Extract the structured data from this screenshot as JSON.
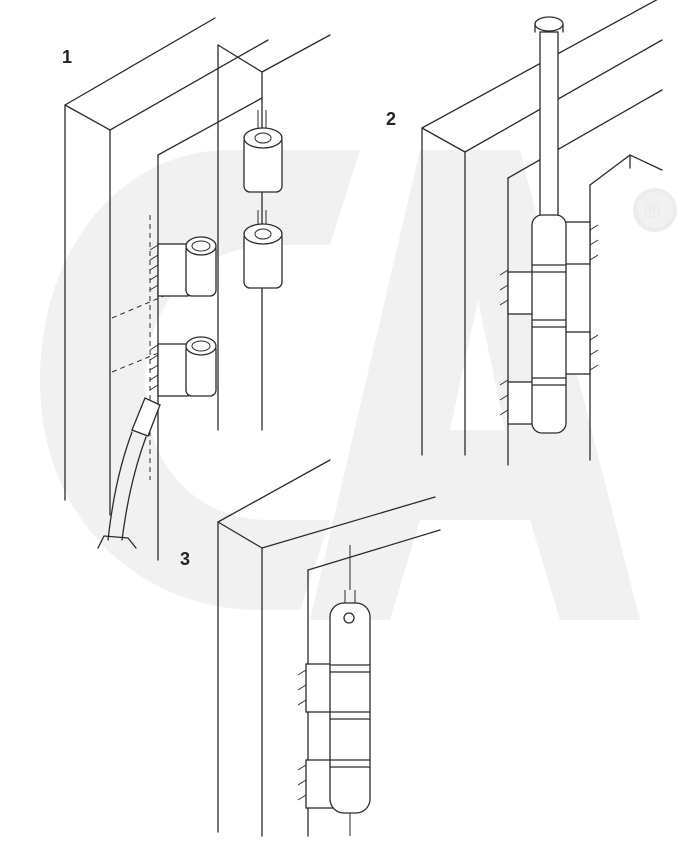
{
  "steps": [
    {
      "number": "1"
    },
    {
      "number": "2"
    },
    {
      "number": "3"
    }
  ],
  "watermark": {
    "registered_mark": "®"
  }
}
